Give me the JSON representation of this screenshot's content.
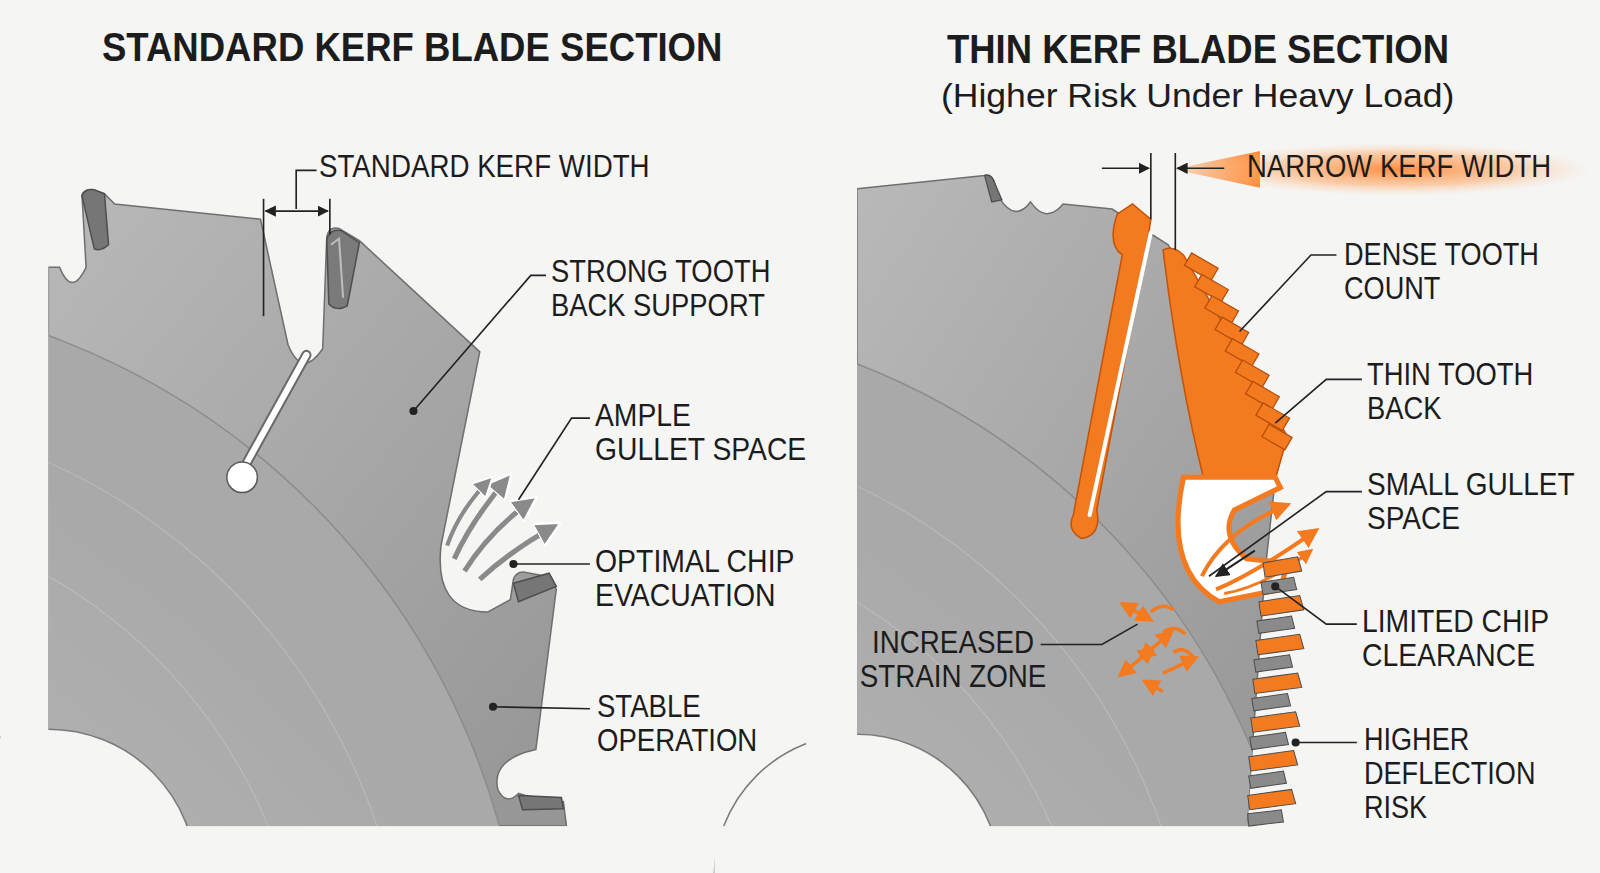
{
  "diagram": {
    "labels": [
      "STANDARD KERF BLADE SECTION",
      "THIN KERF BLADE SECTION",
      "(Higher Risk Under Heavy Load)",
      "STANDARD KERF WIDTH",
      "STRONG TOOTH BACK SUPPORT",
      "AMPLE GULLET SPACE",
      "OPTIMAL CHIP EVACUATION",
      "STABLE OPERATION",
      "NARROW KERF WIDTH",
      "DENSE TOOTH COUNT",
      "THIN TOOTH BACK",
      "SMALL GULLET SPACE",
      "LIMITED CHIP CLEARANCE",
      "INCREASED STRAIN ZONE",
      "HIGHER DEFLECTION RISK"
    ]
  }
}
